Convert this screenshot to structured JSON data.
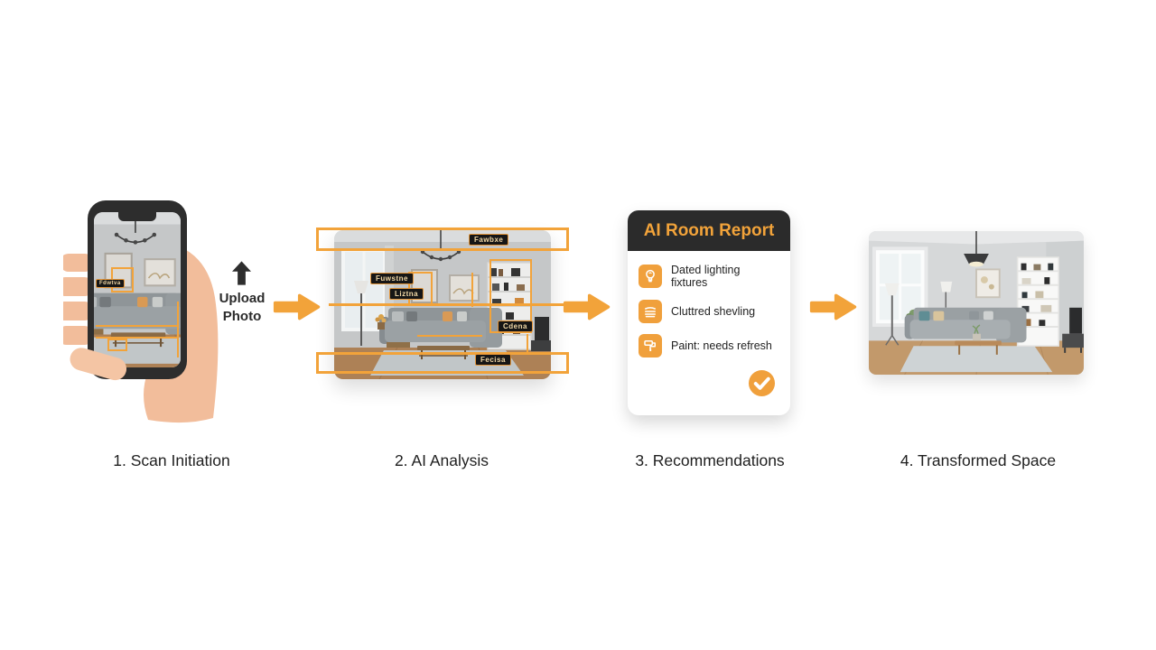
{
  "accent_color": "#F2A33A",
  "dark_color": "#2B2B2B",
  "steps": [
    {
      "caption": "1. Scan Initiation"
    },
    {
      "caption": "2. AI Analysis"
    },
    {
      "caption": "3. Recommendations"
    },
    {
      "caption": "4. Transformed Space"
    }
  ],
  "upload": {
    "label": "Upload Photo"
  },
  "phone": {
    "detection_label": "Fdwtva"
  },
  "analysis": {
    "detection_labels": [
      "Fawbxe",
      "Fuwstne",
      "Liztna",
      "Cdena",
      "Fecisa"
    ]
  },
  "report": {
    "title": "AI Room Report",
    "items": [
      {
        "icon": "lightbulb-icon",
        "text": "Dated lighting fixtures"
      },
      {
        "icon": "shelves-icon",
        "text": "Cluttred shevling"
      },
      {
        "icon": "paint-roller-icon",
        "text": "Paint: needs refresh"
      }
    ]
  }
}
